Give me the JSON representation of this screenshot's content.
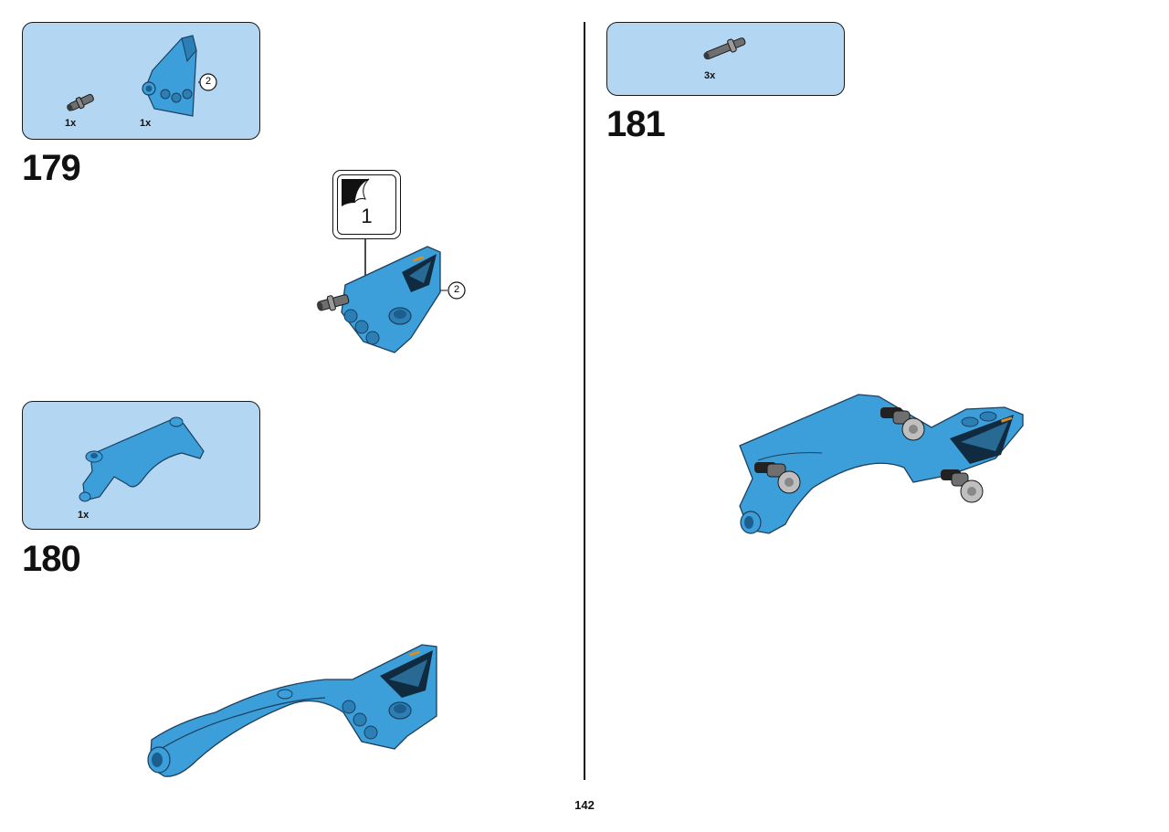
{
  "page": {
    "number": "142"
  },
  "steps": [
    {
      "id": 179,
      "label": "179",
      "parts": [
        {
          "qty": "1x",
          "icon": "axle-pin-icon"
        },
        {
          "qty": "1x",
          "icon": "blue-panel-piece-icon"
        }
      ],
      "part_callout": "2",
      "assembly_callout": "2",
      "subassembly_label": "1"
    },
    {
      "id": 180,
      "label": "180",
      "parts": [
        {
          "qty": "1x",
          "icon": "blue-arch-piece-icon"
        }
      ]
    },
    {
      "id": 181,
      "label": "181",
      "parts": [
        {
          "qty": "3x",
          "icon": "long-pin-icon"
        }
      ]
    }
  ],
  "colors": {
    "parts_box": "#b3d6f2",
    "brick_blue": "#3c9fd9",
    "brick_dark": "#1c5f8f",
    "pin_gray": "#6f6f6f"
  }
}
